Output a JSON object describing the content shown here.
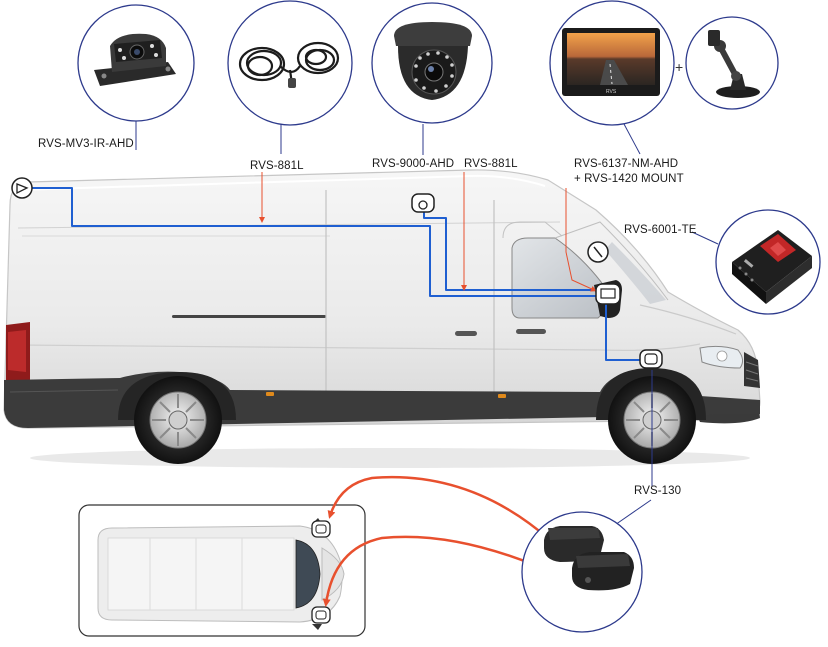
{
  "labels": {
    "rear_camera": "RVS-MV3-IR-AHD",
    "cable_1": "RVS-881L",
    "dome_camera": "RVS-9000-AHD",
    "cable_2": "RVS-881L",
    "monitor_line1": "RVS-6137-NM-AHD",
    "monitor_line2": "+ RVS-1420 MOUNT",
    "recorder": "RVS-6001-TE",
    "side_camera": "RVS-130"
  },
  "monitor_brand": "RVS",
  "plus_sign": "+",
  "colors": {
    "wiring": "#1f5fd1",
    "callout_arrow": "#e8502e",
    "leader_line": "#2d3a8c"
  }
}
